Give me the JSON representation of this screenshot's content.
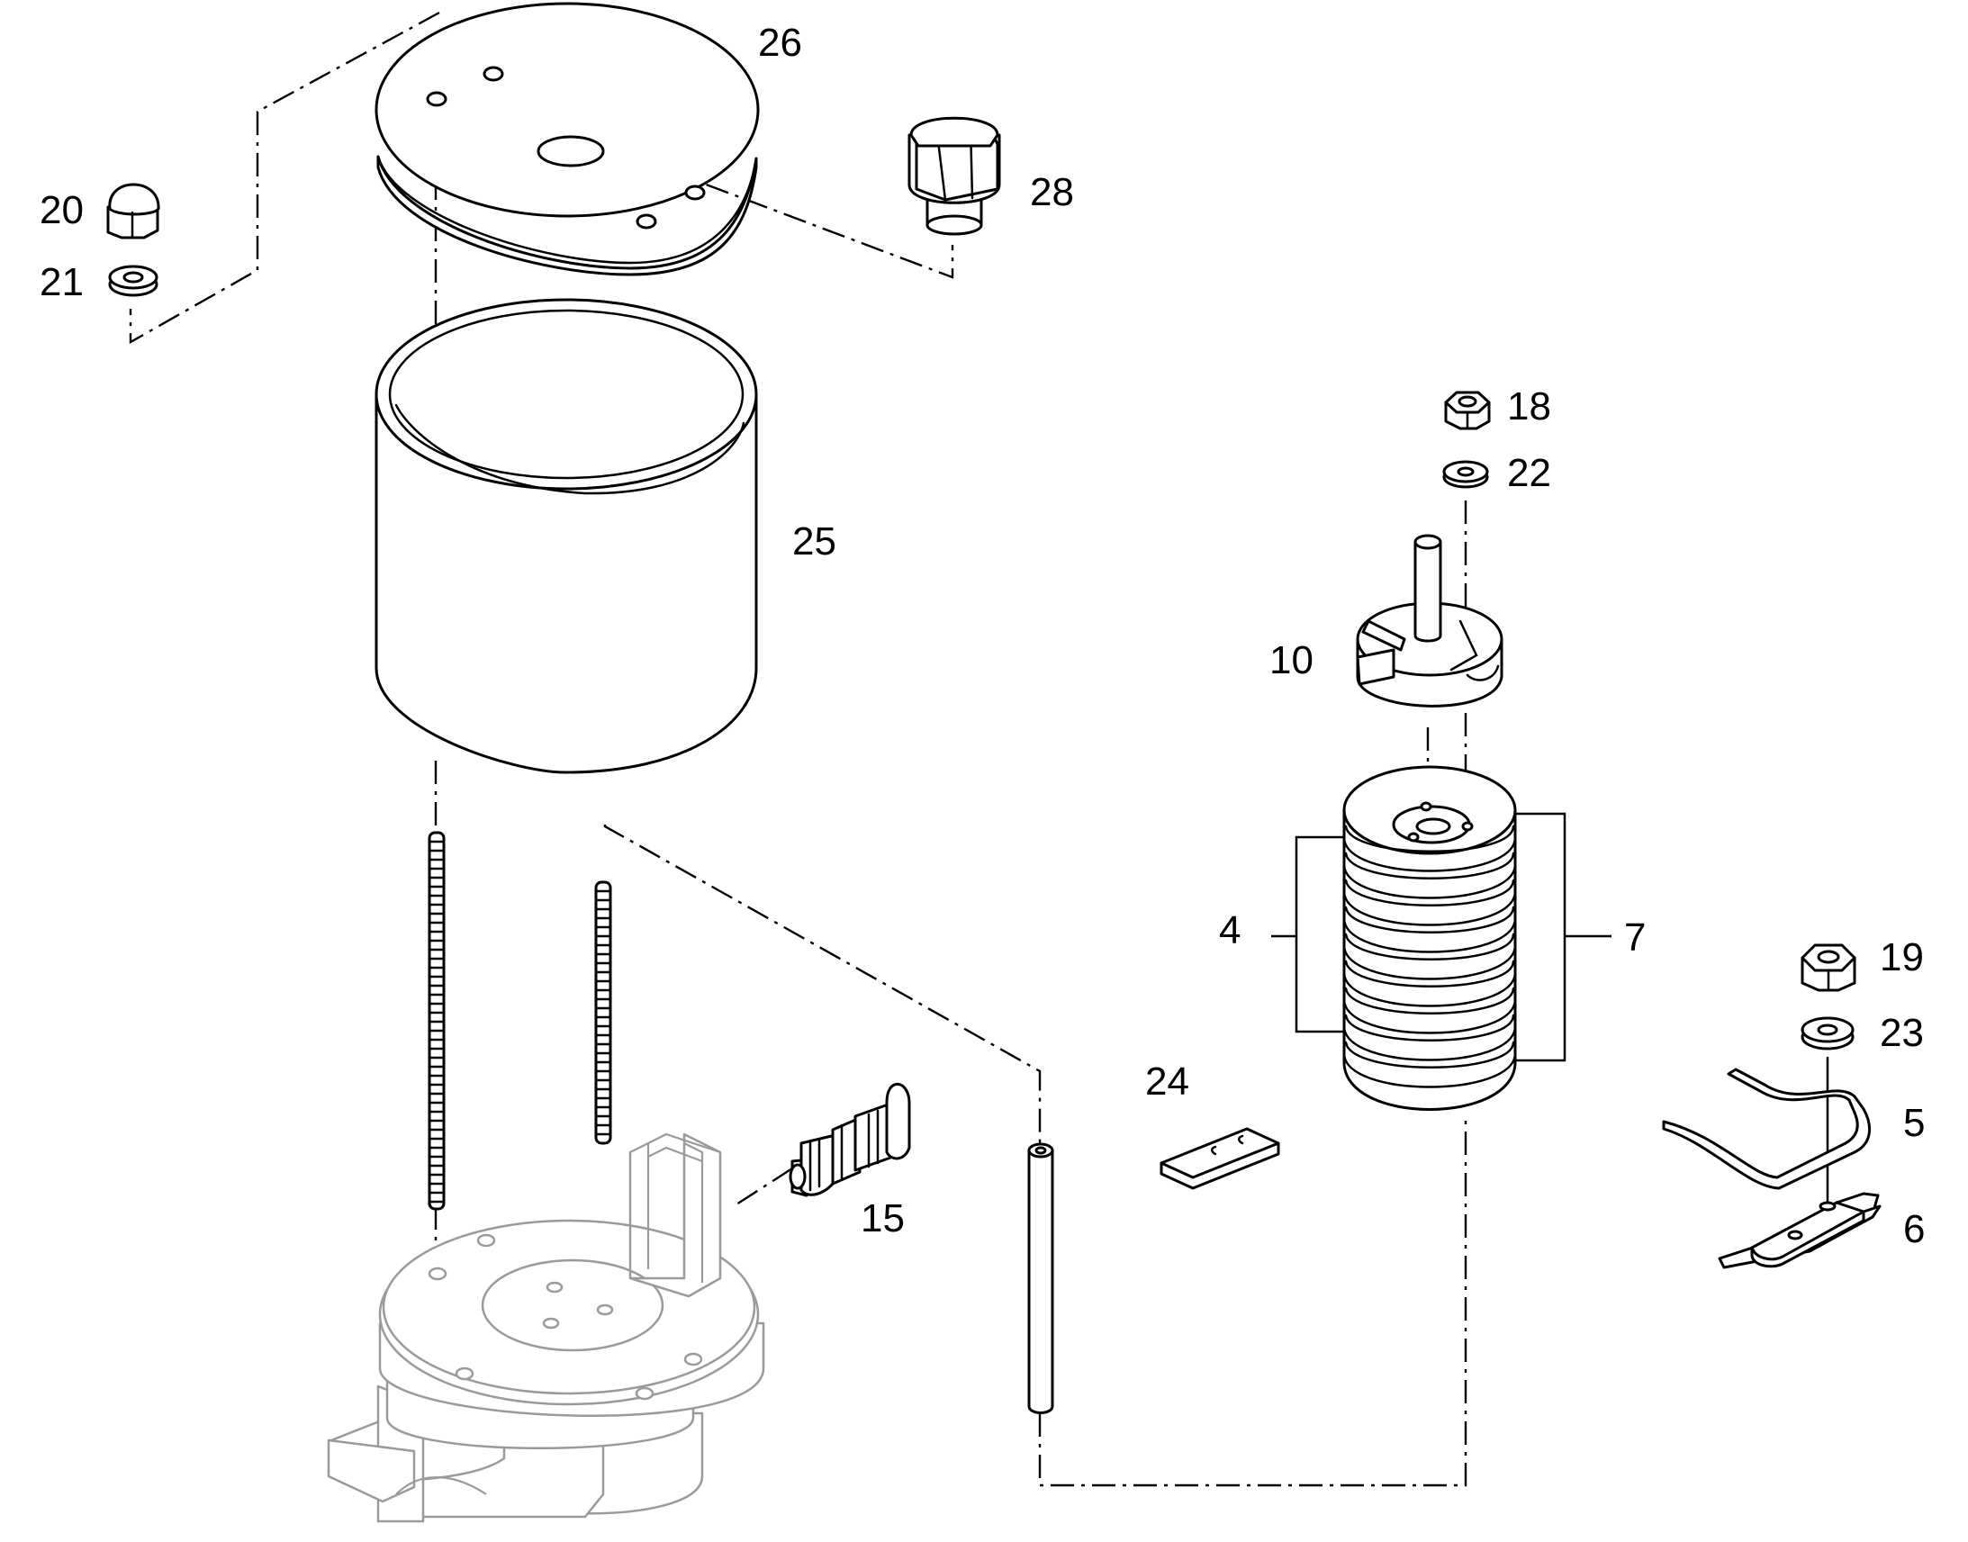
{
  "callouts": {
    "p26": "26",
    "p28": "28",
    "p20": "20",
    "p21": "21",
    "p25": "25",
    "p18": "18",
    "p22": "22",
    "p10": "10",
    "p4": "4",
    "p7": "7",
    "p19": "19",
    "p23": "23",
    "p24": "24",
    "p5": "5",
    "p15": "15",
    "p6": "6"
  },
  "colors": {
    "line": "#000000",
    "background_part": "#9a9a9a",
    "paper": "#ffffff"
  }
}
